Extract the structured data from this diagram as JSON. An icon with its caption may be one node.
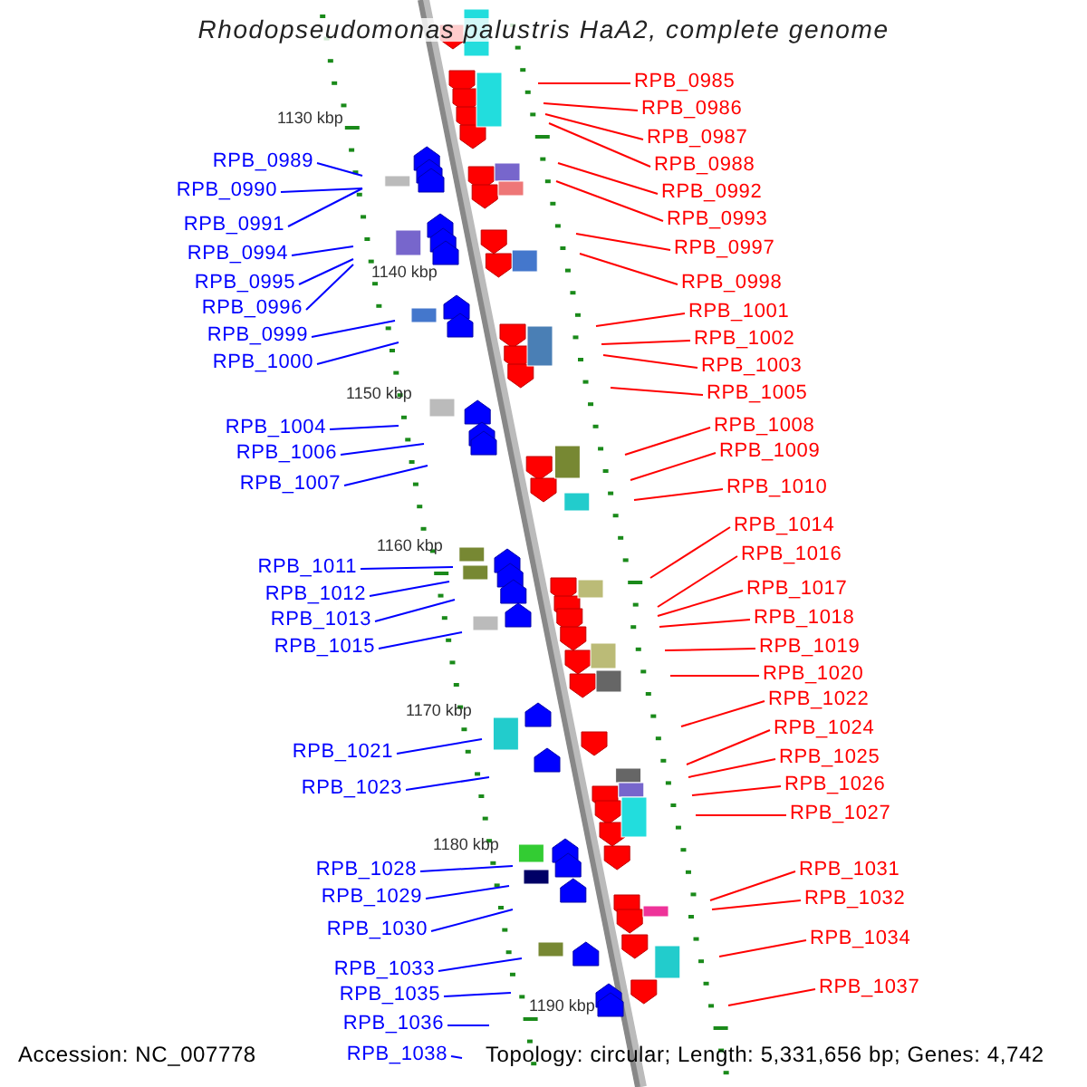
{
  "diagram": {
    "title": "Rhodopseudomonas palustris HaA2, complete genome",
    "nodes": [
      {
        "text": [
          "RPB_0989"
        ]
      },
      {
        "text": [
          "RPB_0990"
        ]
      },
      {
        "text": [
          "RPB_0991"
        ]
      },
      {
        "text": [
          "RPB_0994"
        ]
      },
      {
        "text": [
          "RPB_0995"
        ]
      },
      {
        "text": [
          "RPB_0996"
        ]
      },
      {
        "text": [
          "RPB_0999"
        ]
      },
      {
        "text": [
          "RPB_1000"
        ]
      },
      {
        "text": [
          "RPB_1004"
        ]
      },
      {
        "text": [
          "RPB_1006"
        ]
      },
      {
        "text": [
          "RPB_1007"
        ]
      },
      {
        "text": [
          "RPB_1011"
        ]
      },
      {
        "text": [
          "RPB_1012"
        ]
      },
      {
        "text": [
          "RPB_1013"
        ]
      },
      {
        "text": [
          "RPB_1015"
        ]
      },
      {
        "text": [
          "RPB_1021"
        ]
      },
      {
        "text": [
          "RPB_1023"
        ]
      },
      {
        "text": [
          "RPB_1028"
        ]
      },
      {
        "text": [
          "RPB_1029"
        ]
      },
      {
        "text": [
          "RPB_1030"
        ]
      },
      {
        "text": [
          "RPB_1033"
        ]
      },
      {
        "text": [
          "RPB_1035"
        ]
      },
      {
        "text": [
          "RPB_1036"
        ]
      },
      {
        "text": [
          "RPB_1038"
        ]
      },
      {
        "text": [
          "RPB_0985"
        ]
      },
      {
        "text": [
          "RPB_0986"
        ]
      },
      {
        "text": [
          "RPB_0987"
        ]
      },
      {
        "text": [
          "RPB_0988"
        ]
      },
      {
        "text": [
          "RPB_0992"
        ]
      },
      {
        "text": [
          "RPB_0993"
        ]
      },
      {
        "text": [
          "RPB_0997"
        ]
      },
      {
        "text": [
          "RPB_0998"
        ]
      },
      {
        "text": [
          "RPB_1001"
        ]
      },
      {
        "text": [
          "RPB_1002"
        ]
      },
      {
        "text": [
          "RPB_1003"
        ]
      },
      {
        "text": [
          "RPB_1005"
        ]
      },
      {
        "text": [
          "RPB_1008"
        ]
      },
      {
        "text": [
          "RPB_1009"
        ]
      },
      {
        "text": [
          "RPB_1010"
        ]
      },
      {
        "text": [
          "RPB_1014"
        ]
      },
      {
        "text": [
          "RPB_1016"
        ]
      },
      {
        "text": [
          "RPB_1017"
        ]
      },
      {
        "text": [
          "RPB_1018"
        ]
      },
      {
        "text": [
          "RPB_1019"
        ]
      },
      {
        "text": [
          "RPB_1020"
        ]
      },
      {
        "text": [
          "RPB_1022"
        ]
      },
      {
        "text": [
          "RPB_1024"
        ]
      },
      {
        "text": [
          "RPB_1025"
        ]
      },
      {
        "text": [
          "RPB_1026"
        ]
      },
      {
        "text": [
          "RPB_1027"
        ]
      },
      {
        "text": [
          "RPB_1031"
        ]
      },
      {
        "text": [
          "RPB_1032"
        ]
      },
      {
        "text": [
          "RPB_1034"
        ]
      },
      {
        "text": [
          "RPB_1037"
        ]
      }
    ],
    "edges": [
      {
        "from": 0,
        "to": null,
        "arrow": "none",
        "color": "#0000ff"
      },
      {
        "from": 1,
        "to": null,
        "arrow": "none",
        "color": "#0000ff"
      },
      {
        "from": 2,
        "to": null,
        "arrow": "none",
        "color": "#0000ff"
      },
      {
        "from": 3,
        "to": null,
        "arrow": "none",
        "color": "#0000ff"
      },
      {
        "from": 4,
        "to": null,
        "arrow": "none",
        "color": "#0000ff"
      },
      {
        "from": 5,
        "to": null,
        "arrow": "none",
        "color": "#0000ff"
      },
      {
        "from": 6,
        "to": null,
        "arrow": "none",
        "color": "#0000ff"
      },
      {
        "from": 7,
        "to": null,
        "arrow": "none",
        "color": "#0000ff"
      },
      {
        "from": 8,
        "to": null,
        "arrow": "none",
        "color": "#0000ff"
      },
      {
        "from": 9,
        "to": null,
        "arrow": "none",
        "color": "#0000ff"
      },
      {
        "from": 10,
        "to": null,
        "arrow": "none",
        "color": "#0000ff"
      },
      {
        "from": 11,
        "to": null,
        "arrow": "none",
        "color": "#0000ff"
      },
      {
        "from": 12,
        "to": null,
        "arrow": "none",
        "color": "#0000ff"
      },
      {
        "from": 13,
        "to": null,
        "arrow": "none",
        "color": "#0000ff"
      },
      {
        "from": 14,
        "to": null,
        "arrow": "none",
        "color": "#0000ff"
      },
      {
        "from": 15,
        "to": null,
        "arrow": "none",
        "color": "#0000ff"
      },
      {
        "from": 16,
        "to": null,
        "arrow": "none",
        "color": "#0000ff"
      },
      {
        "from": 17,
        "to": null,
        "arrow": "none",
        "color": "#0000ff"
      },
      {
        "from": 18,
        "to": null,
        "arrow": "none",
        "color": "#0000ff"
      },
      {
        "from": 19,
        "to": null,
        "arrow": "none",
        "color": "#0000ff"
      },
      {
        "from": 20,
        "to": null,
        "arrow": "none",
        "color": "#0000ff"
      },
      {
        "from": 21,
        "to": null,
        "arrow": "none",
        "color": "#0000ff"
      },
      {
        "from": 22,
        "to": null,
        "arrow": "none",
        "color": "#0000ff"
      },
      {
        "from": 23,
        "to": null,
        "arrow": "none",
        "color": "#0000ff"
      },
      {
        "from": 24,
        "to": null,
        "arrow": "none"
      },
      {
        "from": 25,
        "to": null,
        "arrow": "none"
      },
      {
        "from": 26,
        "to": null,
        "arrow": "none"
      },
      {
        "from": 27,
        "to": null,
        "arrow": "none"
      },
      {
        "from": 28,
        "to": null,
        "arrow": "none"
      },
      {
        "from": 29,
        "to": null,
        "arrow": "none"
      },
      {
        "from": 30,
        "to": null,
        "arrow": "none"
      },
      {
        "from": 31,
        "to": null,
        "arrow": "none"
      },
      {
        "from": 32,
        "to": null,
        "arrow": "none"
      },
      {
        "from": 33,
        "to": null,
        "arrow": "none"
      },
      {
        "from": 34,
        "to": null,
        "arrow": "none"
      },
      {
        "from": 35,
        "to": null,
        "arrow": "none"
      },
      {
        "from": 36,
        "to": null,
        "arrow": "none"
      },
      {
        "from": 37,
        "to": null,
        "arrow": "none"
      },
      {
        "from": 38,
        "to": null,
        "arrow": "none"
      },
      {
        "from": 39,
        "to": null,
        "arrow": "none"
      },
      {
        "from": 40,
        "to": null,
        "arrow": "none"
      },
      {
        "from": 41,
        "to": null,
        "arrow": "none"
      },
      {
        "from": 42,
        "to": null,
        "arrow": "none"
      },
      {
        "from": 43,
        "to": null,
        "arrow": "none"
      },
      {
        "from": 44,
        "to": null,
        "arrow": "none"
      },
      {
        "from": 45,
        "to": null,
        "arrow": "none"
      },
      {
        "from": 46,
        "to": null,
        "arrow": "none"
      },
      {
        "from": 47,
        "to": null,
        "arrow": "none"
      },
      {
        "from": 48,
        "to": null,
        "arrow": "none"
      },
      {
        "from": 49,
        "to": null,
        "arrow": "none"
      },
      {
        "from": 50,
        "to": null,
        "arrow": "none"
      },
      {
        "from": 51,
        "to": null,
        "arrow": "none"
      },
      {
        "from": 52,
        "to": null,
        "arrow": "none"
      },
      {
        "from": 53,
        "to": null,
        "arrow": "none"
      }
    ],
    "labels": [
      "1130 kbp",
      "1140 kbp",
      "1150 kbp",
      "1160 kbp",
      "1170 kbp",
      "1180 kbp",
      "1190 kbp",
      "Accession: NC_007778",
      "Topology: circular; Length: 5,331,656 bp; Genes: 4,742"
    ]
  }
}
